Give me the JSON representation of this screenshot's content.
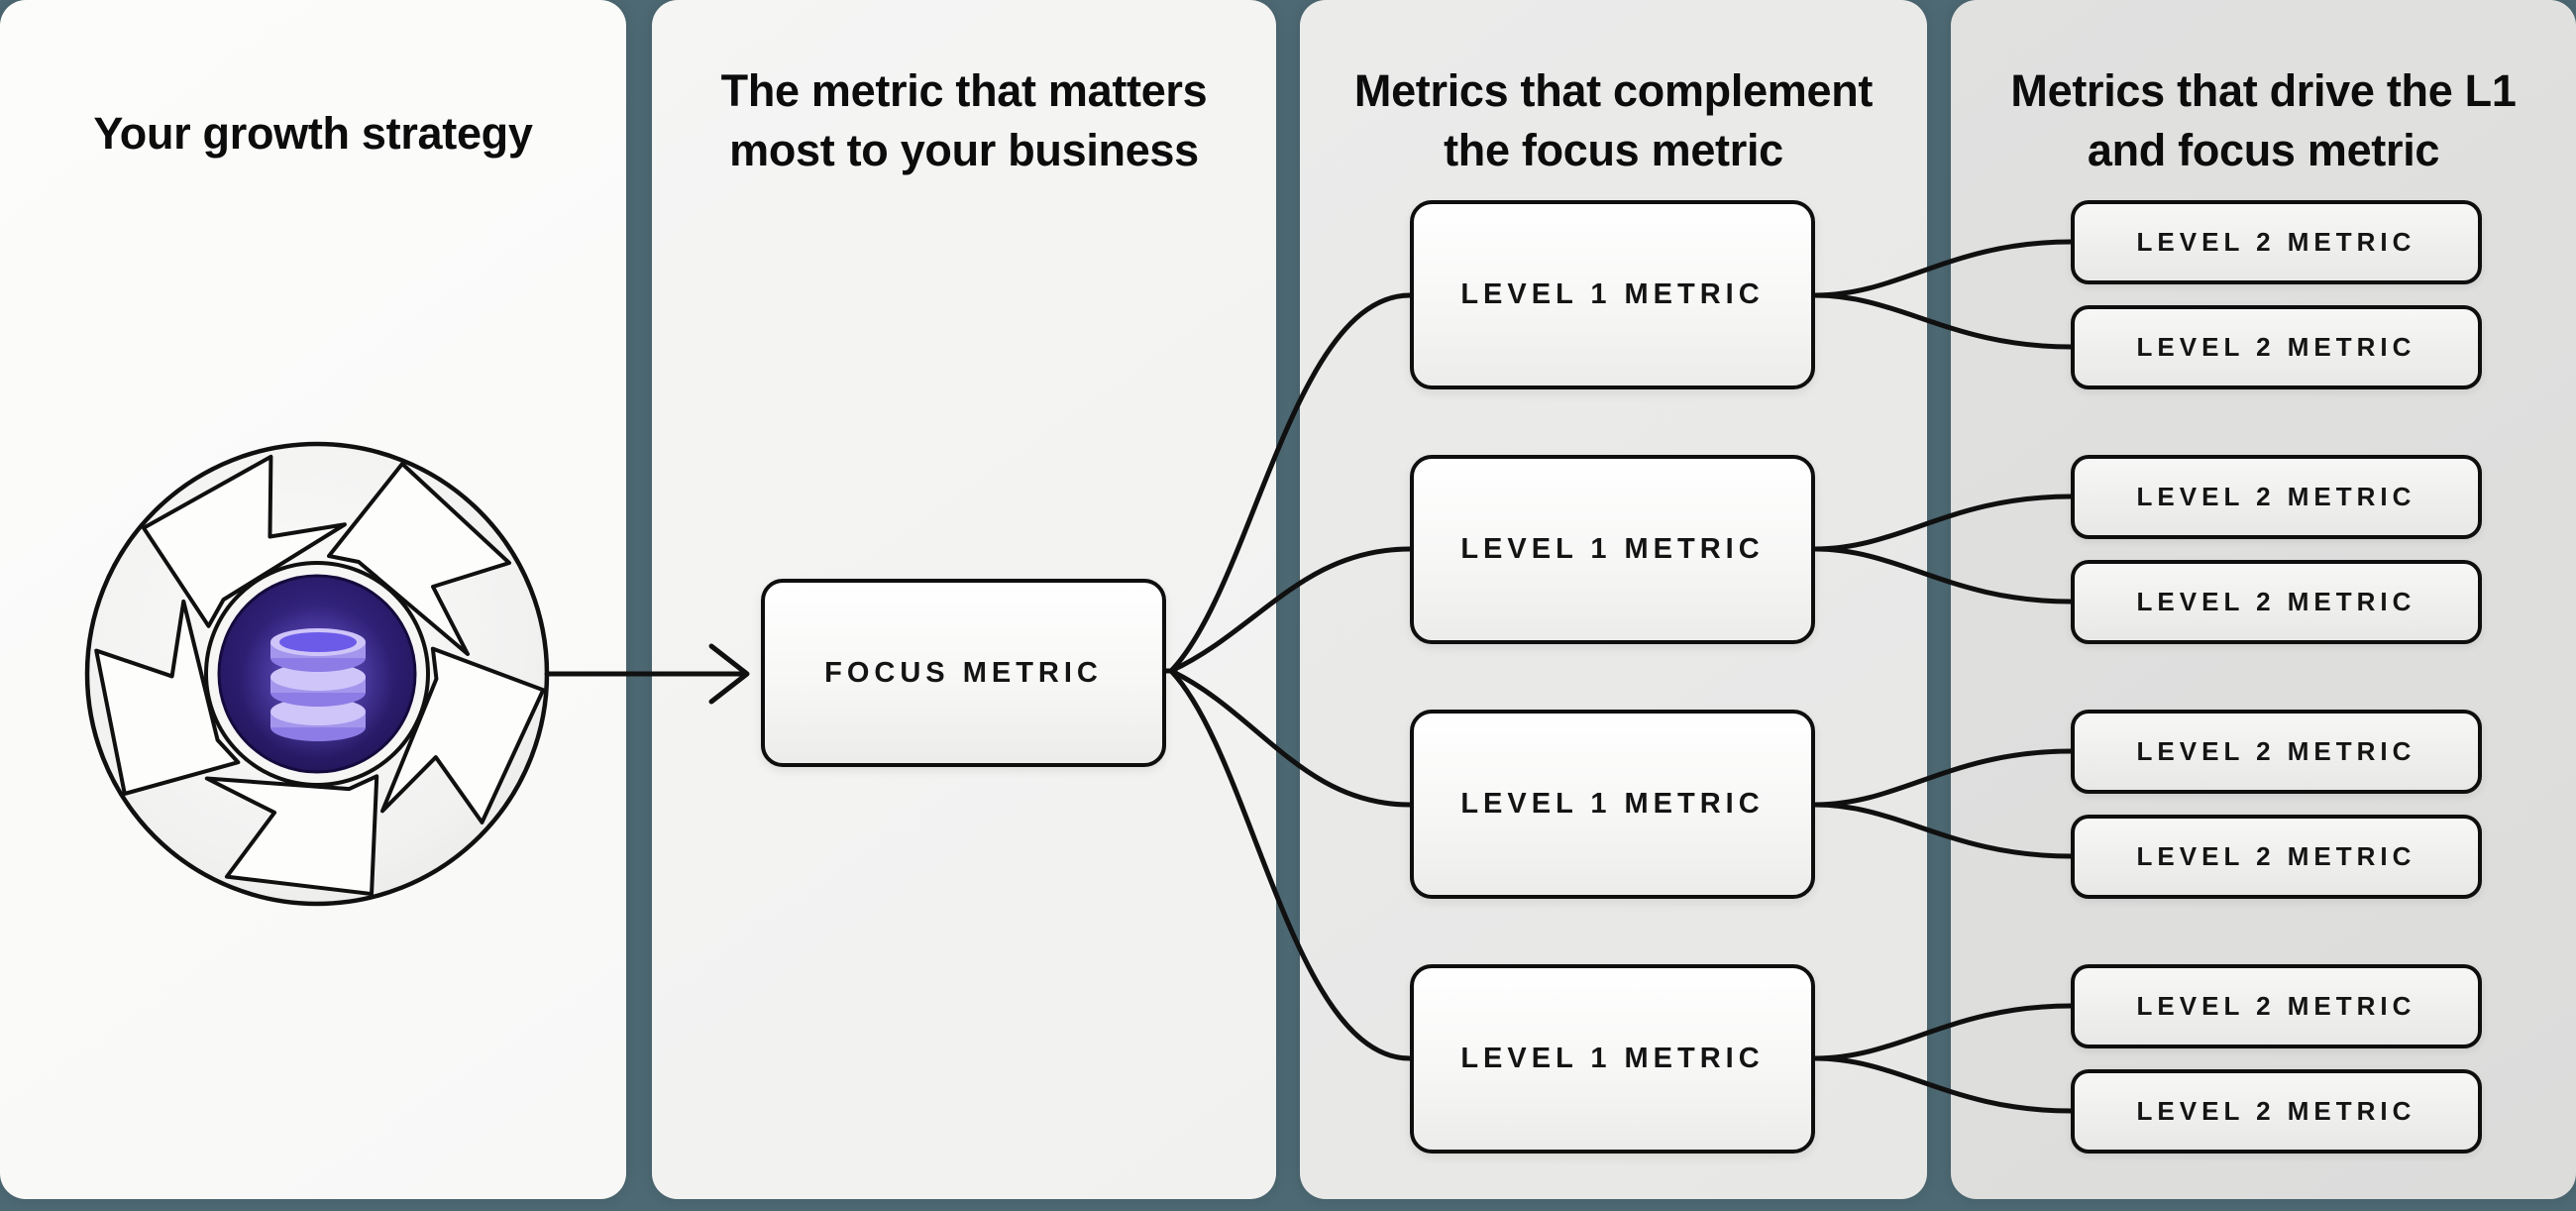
{
  "diagram": {
    "type": "metrics-tree-flow",
    "colors": {
      "background": "#4d6973",
      "panel_1_bg": "#fafaf9",
      "panel_2_bg": "#f3f3f2",
      "panel_3_bg": "#e9e9e8",
      "panel_4_bg": "#dedddd",
      "box_border": "#0e0e0e",
      "connector": "#101010",
      "core_purple": "#2e1f73",
      "database_lavender": "#b7aaf3",
      "database_rim": "#cfc5f9",
      "database_top": "#6c5be8"
    },
    "panels": [
      {
        "title": "Your growth strategy",
        "icon": "flywheel-with-database"
      },
      {
        "lines": [
          "The metric that matters",
          "most to your business"
        ],
        "box": {
          "label": "FOCUS METRIC"
        }
      },
      {
        "lines": [
          "Metrics that complement",
          "the focus metric"
        ],
        "boxes": [
          {
            "label": "LEVEL 1 METRIC"
          },
          {
            "label": "LEVEL 1 METRIC"
          },
          {
            "label": "LEVEL 1 METRIC"
          },
          {
            "label": "LEVEL 1 METRIC"
          }
        ]
      },
      {
        "lines": [
          "Metrics that drive the L1",
          "and focus metric"
        ],
        "boxes": [
          {
            "label": "LEVEL 2 METRIC"
          },
          {
            "label": "LEVEL 2 METRIC"
          },
          {
            "label": "LEVEL 2 METRIC"
          },
          {
            "label": "LEVEL 2 METRIC"
          },
          {
            "label": "LEVEL 2 METRIC"
          },
          {
            "label": "LEVEL 2 METRIC"
          },
          {
            "label": "LEVEL 2 METRIC"
          },
          {
            "label": "LEVEL 2 METRIC"
          }
        ]
      }
    ]
  }
}
